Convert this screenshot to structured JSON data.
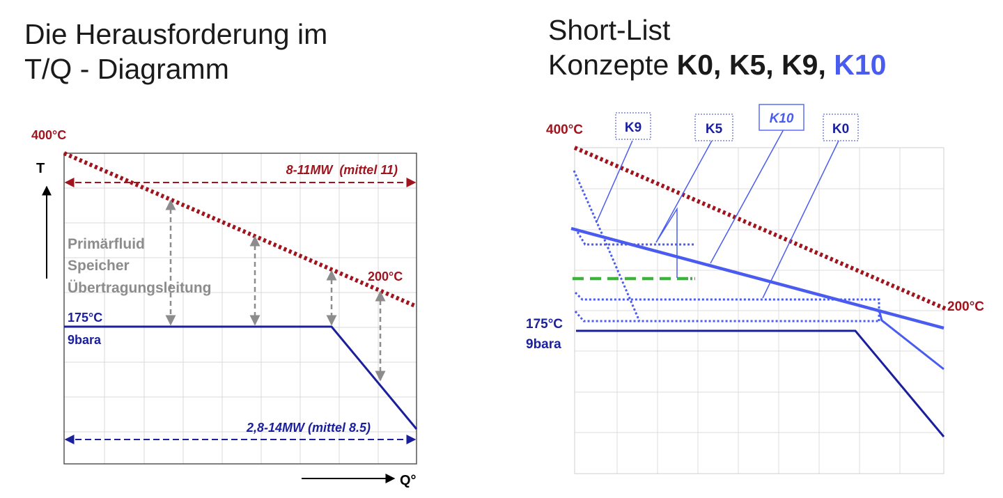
{
  "left_panel": {
    "title_line1": "Die Herausforderung im",
    "title_line2": "T/Q - Diagramm",
    "temp_top": "400°C",
    "temp_mid": "200°C",
    "temp_low": "175°C",
    "pressure": "9bara",
    "axis_y": "T",
    "axis_x": "Q°",
    "range_top": "8-11MW  (mittel 11)",
    "range_bottom": "2,8-14MW (mittel 8.5)",
    "labels": [
      "Primärfluid",
      "Speicher",
      "Übertragungsleitung"
    ]
  },
  "right_panel": {
    "title_line1": "Short-List",
    "title_prefix": "Konzepte ",
    "title_bold": "K0, K5, K9, ",
    "title_accent": "K10",
    "temp_top": "400°C",
    "temp_right": "200°C",
    "temp_low": "175°C",
    "pressure": "9bara",
    "callouts": [
      "K9",
      "K5",
      "K10",
      "K0"
    ]
  },
  "colors": {
    "dark_red": "#a0141e",
    "navy": "#1a1f9c",
    "blue": "#4a5cf0",
    "light_blue": "#5b6ff5",
    "green": "#3cb43c",
    "gray": "#8c8c8c",
    "grid": "#d8d8d8"
  }
}
